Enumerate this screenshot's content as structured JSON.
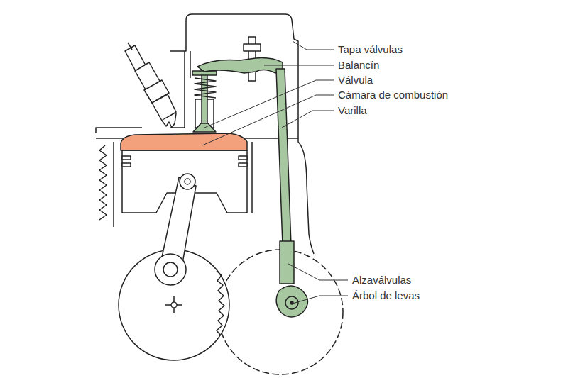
{
  "diagram": {
    "labels": [
      "Tapa válvulas",
      "Balancín",
      "Válvula",
      "Cámara de combustión",
      "Varilla",
      "Alzaválvulas",
      "Árbol de levas"
    ]
  }
}
